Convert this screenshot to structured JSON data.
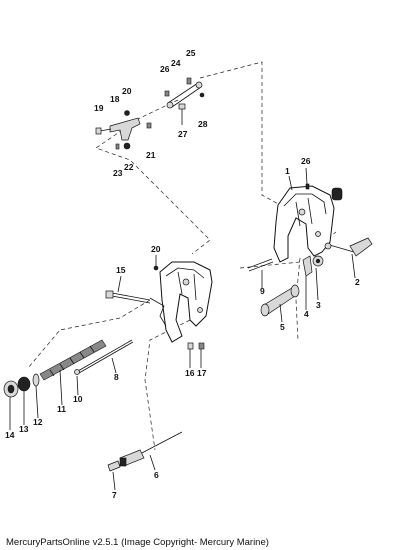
{
  "diagram": {
    "labels": [
      {
        "id": "1",
        "text": "1"
      },
      {
        "id": "2",
        "text": "2"
      },
      {
        "id": "3",
        "text": "3"
      },
      {
        "id": "4",
        "text": "4"
      },
      {
        "id": "5",
        "text": "5"
      },
      {
        "id": "6",
        "text": "6"
      },
      {
        "id": "7",
        "text": "7"
      },
      {
        "id": "8",
        "text": "8"
      },
      {
        "id": "9",
        "text": "9"
      },
      {
        "id": "10",
        "text": "10"
      },
      {
        "id": "11",
        "text": "11"
      },
      {
        "id": "12",
        "text": "12"
      },
      {
        "id": "13",
        "text": "13"
      },
      {
        "id": "14",
        "text": "14"
      },
      {
        "id": "15",
        "text": "15"
      },
      {
        "id": "16",
        "text": "16"
      },
      {
        "id": "17",
        "text": "17"
      },
      {
        "id": "18",
        "text": "18"
      },
      {
        "id": "19",
        "text": "19"
      },
      {
        "id": "20a",
        "text": "20"
      },
      {
        "id": "20b",
        "text": "20"
      },
      {
        "id": "21",
        "text": "21"
      },
      {
        "id": "22",
        "text": "22"
      },
      {
        "id": "23",
        "text": "23"
      },
      {
        "id": "24",
        "text": "24"
      },
      {
        "id": "25",
        "text": "25"
      },
      {
        "id": "26a",
        "text": "26"
      },
      {
        "id": "26b",
        "text": "26"
      },
      {
        "id": "27",
        "text": "27"
      },
      {
        "id": "28",
        "text": "28"
      }
    ]
  },
  "footer": {
    "text": "MercuryPartsOnline v2.5.1 (Image Copyright- Mercury Marine)"
  }
}
